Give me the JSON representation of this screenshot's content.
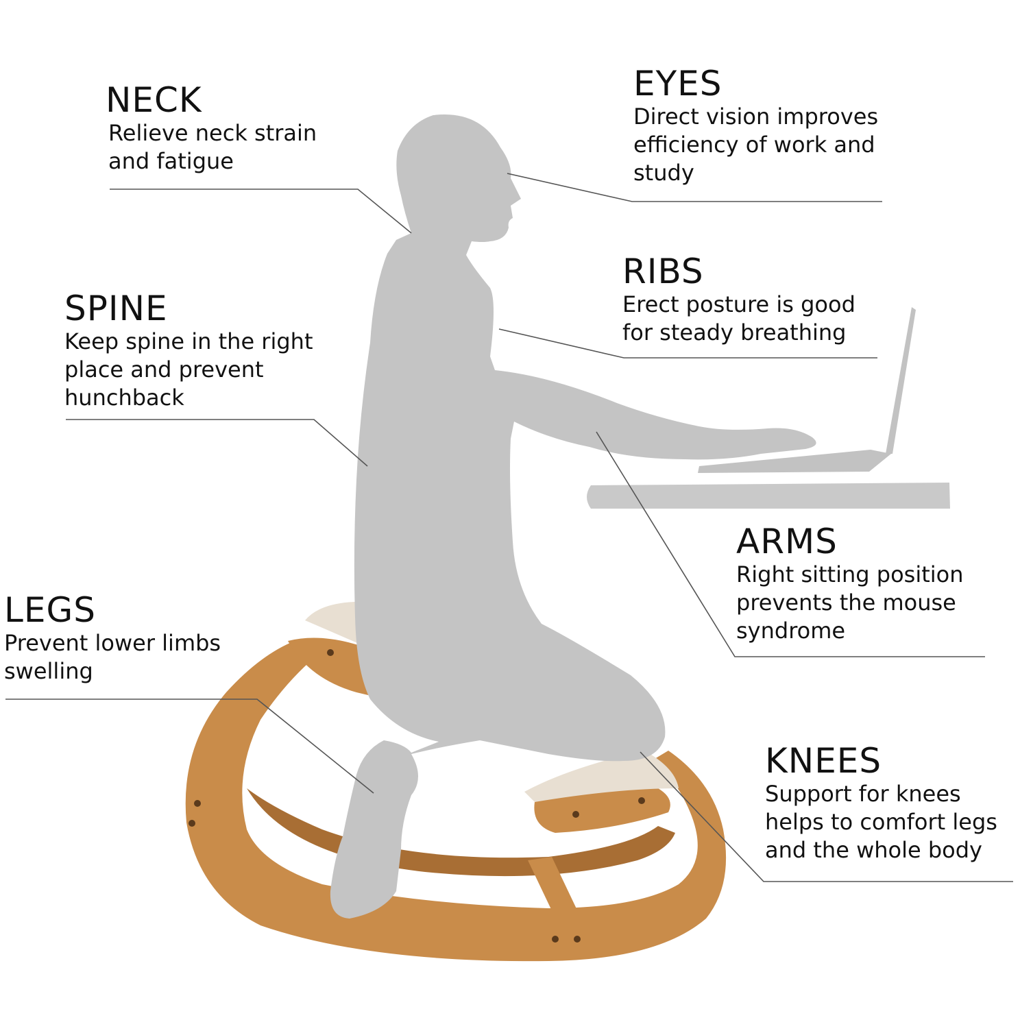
{
  "colors": {
    "background": "#ffffff",
    "silhouette": "#c4c4c4",
    "desk": "#c9c9c9",
    "laptop": "#c2c2c2",
    "wood": "#c98c4a",
    "wood_dark": "#a86e34",
    "cushion": "#e8dfd2",
    "screw": "#5a3a1c",
    "text": "#111111",
    "leader_line": "#555555"
  },
  "callouts": {
    "neck": {
      "title": "NECK",
      "desc": "Relieve neck strain\nand fatigue"
    },
    "eyes": {
      "title": "EYES",
      "desc": "Direct vision improves\nefficiency of work and\nstudy"
    },
    "spine": {
      "title": "SPINE",
      "desc": "Keep spine in the right\nplace and prevent\nhunchback"
    },
    "ribs": {
      "title": "RIBS",
      "desc": "Erect posture is good\nfor steady breathing"
    },
    "arms": {
      "title": "ARMS",
      "desc": "Right sitting position\nprevents the mouse\nsyndrome"
    },
    "legs": {
      "title": "LEGS",
      "desc": "Prevent lower limbs\nswelling"
    },
    "knees": {
      "title": "KNEES",
      "desc": "Support for knees\nhelps to comfort legs\nand the whole body"
    }
  },
  "illustration": {
    "figure": "human-silhouette",
    "furniture": "wooden-kneeling-chair",
    "desk": "desk-icon",
    "laptop": "laptop-icon"
  }
}
